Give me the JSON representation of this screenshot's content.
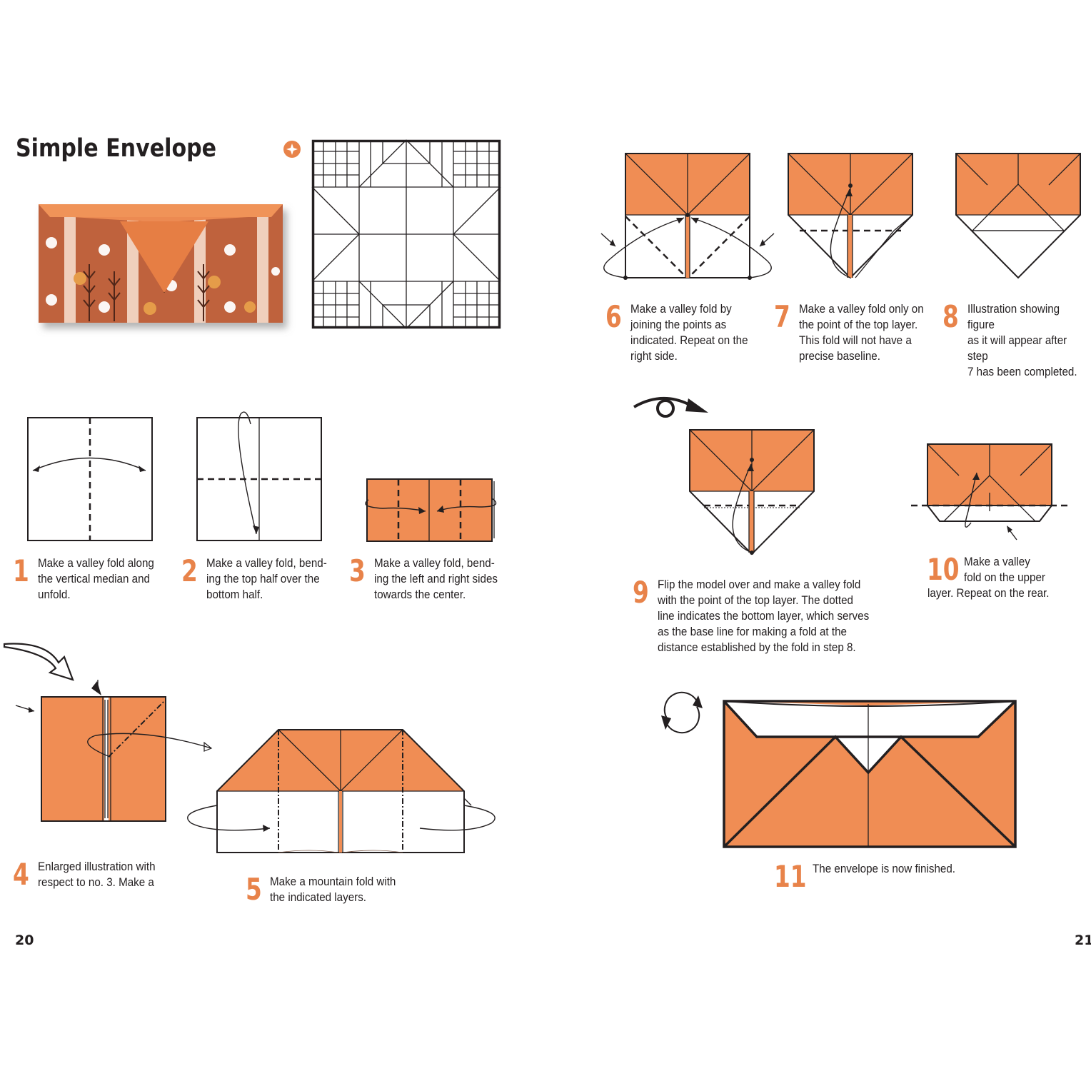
{
  "page": {
    "title": "Simple Envelope",
    "page_left": "20",
    "page_right": "21"
  },
  "colors": {
    "orange": "#f08d54",
    "number_orange": "#e8834a",
    "ink": "#231f20"
  },
  "icons": {
    "difficulty": "star-in-circle-icon",
    "turn_over": "eye-turn-over-icon",
    "rotate": "rotate-arrows-icon"
  },
  "steps": [
    {
      "num": "1",
      "text": "Make a valley fold along\nthe vertical median and\nunfold."
    },
    {
      "num": "2",
      "text": "Make a valley fold, bend-\ning the top half over the\nbottom half."
    },
    {
      "num": "3",
      "text": "Make a valley fold, bend-\ning the left and right sides\ntowards the center."
    },
    {
      "num": "4",
      "text": "Enlarged illustration with\nrespect to no. 3. Make a"
    },
    {
      "num": "5",
      "text": "Make a mountain fold with\nthe indicated layers."
    },
    {
      "num": "6",
      "text": "Make a valley fold by\njoining the points as\nindicated. Repeat on the\nright side."
    },
    {
      "num": "7",
      "text": "Make a valley fold only on\nthe point of the top layer.\nThis fold will not have a\nprecise baseline."
    },
    {
      "num": "8",
      "text": "Illustration showing figure\nas it will appear after step\n7 has been completed."
    },
    {
      "num": "9",
      "text": "Flip the model over and make a valley fold\nwith the point of the top layer. The dotted\nline indicates the bottom layer, which serves\nas the base line for making a fold at the\ndistance established by the fold in step 8."
    },
    {
      "num": "10",
      "text_a": "Make a valley\nfold on the upper",
      "text_b": "layer. Repeat on the rear."
    },
    {
      "num": "11",
      "text": "The envelope is now finished."
    }
  ]
}
